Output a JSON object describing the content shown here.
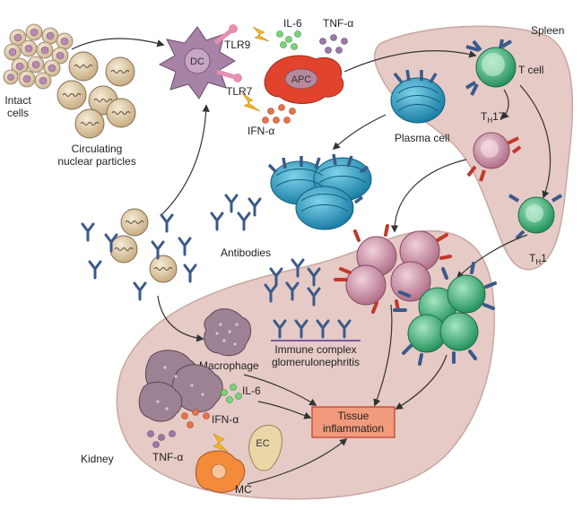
{
  "labels": {
    "intact_cells_1": "Intact",
    "intact_cells_2": "cells",
    "circulating_1": "Circulating",
    "circulating_2": "nuclear particles",
    "dc": "DC",
    "tlr9": "TLR9",
    "tlr7": "TLR7",
    "il6_top": "IL-6",
    "tnfa_top": "TNF-α",
    "apc": "APC",
    "ifna_top": "IFN-α",
    "spleen": "Spleen",
    "t_cell": "T cell",
    "th17_main": "T",
    "th17_sub": "H",
    "th17_suffix": "17",
    "th1_main": "T",
    "th1_sub": "H",
    "th1_suffix": "1",
    "plasma_cell": "Plasma cell",
    "antibodies": "Antibodies",
    "macrophage": "Macrophage",
    "immune_complex_1": "Immune complex",
    "immune_complex_2": "glomerulonephritis",
    "il6_kidney": "IL-6",
    "ifna_kidney": "IFN-α",
    "tnfa_kidney": "TNF-α",
    "ec": "EC",
    "mc": "MC",
    "kidney": "Kidney",
    "tissue_1": "Tissue",
    "tissue_2": "inflammation"
  },
  "colors": {
    "organ": "#e5cac6",
    "organ_stroke": "#c9a7a2",
    "plasma": "#2a9fc3",
    "t_cell": "#3fb77d",
    "th17": "#c98fa4",
    "apc": "#e2432d",
    "dc": "#a883a8",
    "mc": "#f48b3a",
    "macrophage": "#9d8294",
    "tissue_box": "#f19a7c",
    "tissue_stroke": "#c0392b",
    "antibody_blue": "#3a5a8a",
    "antibody_red": "#c0392b",
    "arrow": "#333333"
  }
}
